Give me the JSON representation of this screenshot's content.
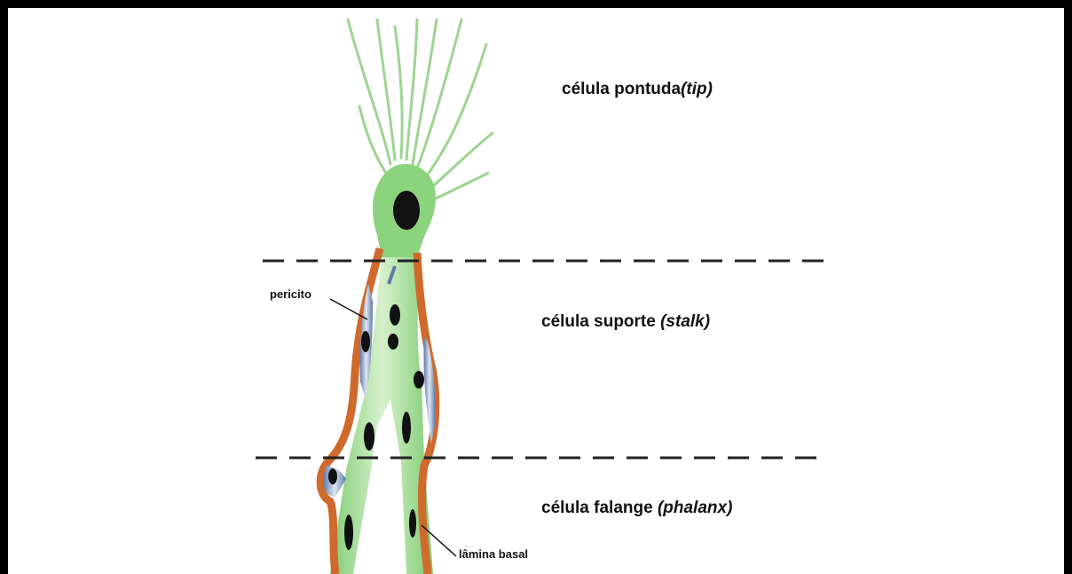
{
  "labels": {
    "tip_text": "célula pontuda",
    "tip_term": "(tip)",
    "stalk_text": "célula suporte ",
    "stalk_term": "(stalk)",
    "phalanx_text": "célula falange ",
    "phalanx_term": "(phalanx)",
    "pericyte": "pericito",
    "basal_lamina": "lâmina basal"
  },
  "colors": {
    "cell_green": "#8cd37e",
    "cell_light": "#d9f2d0",
    "pericyte_orange": "#cf6a2c",
    "pericyte_blue": "#8fa4c8",
    "nucleus": "#111111"
  }
}
